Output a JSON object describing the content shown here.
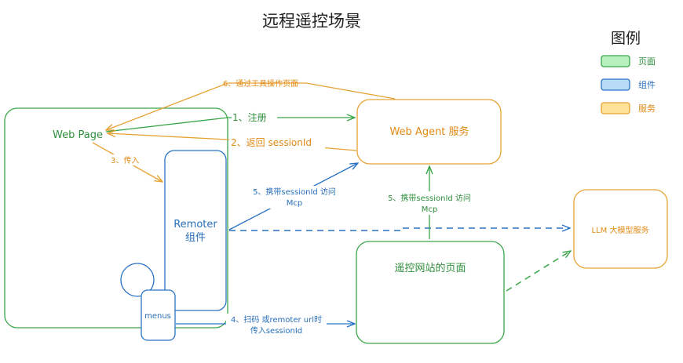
{
  "title": "远程遥控场景",
  "legend": {
    "title": "图例",
    "items": [
      {
        "label": "页面",
        "fill": "#b9f0c0",
        "stroke": "#3aa64a",
        "text_color": "#2f8f3c"
      },
      {
        "label": "组件",
        "fill": "#b8dcf7",
        "stroke": "#2a73c4",
        "text_color": "#2a6fb9"
      },
      {
        "label": "服务",
        "fill": "#fde39a",
        "stroke": "#e6a233",
        "text_color": "#e08a16"
      }
    ]
  },
  "nodes": {
    "web_page": "Web Page",
    "remoter_line1": "Remoter",
    "remoter_line2": "组件",
    "menus": "menus",
    "web_agent": "Web Agent 服务",
    "remote_site": "遥控网站的页面",
    "llm": "LLM 大模型服务"
  },
  "edges": {
    "register": "1、注册",
    "return_session": "2、返回 sessionId",
    "pass_in": "3、传入",
    "scan_line1": "4、扫码 或remoter url时",
    "scan_line2": "传入sessionId",
    "mcp_left_line1": "5、携带sessionId 访问",
    "mcp_left_line2": "Mcp",
    "mcp_right_line1": "5、携带sessionId 访问",
    "mcp_right_line2": "Mcp",
    "operate_page": "6、通过工具操作页面"
  },
  "colors": {
    "page": "#3aa64a",
    "component": "#2a73c4",
    "service": "#e6a233",
    "page_text": "#2f8f3c",
    "component_text": "#2a6fb9",
    "service_text": "#e08a16"
  }
}
